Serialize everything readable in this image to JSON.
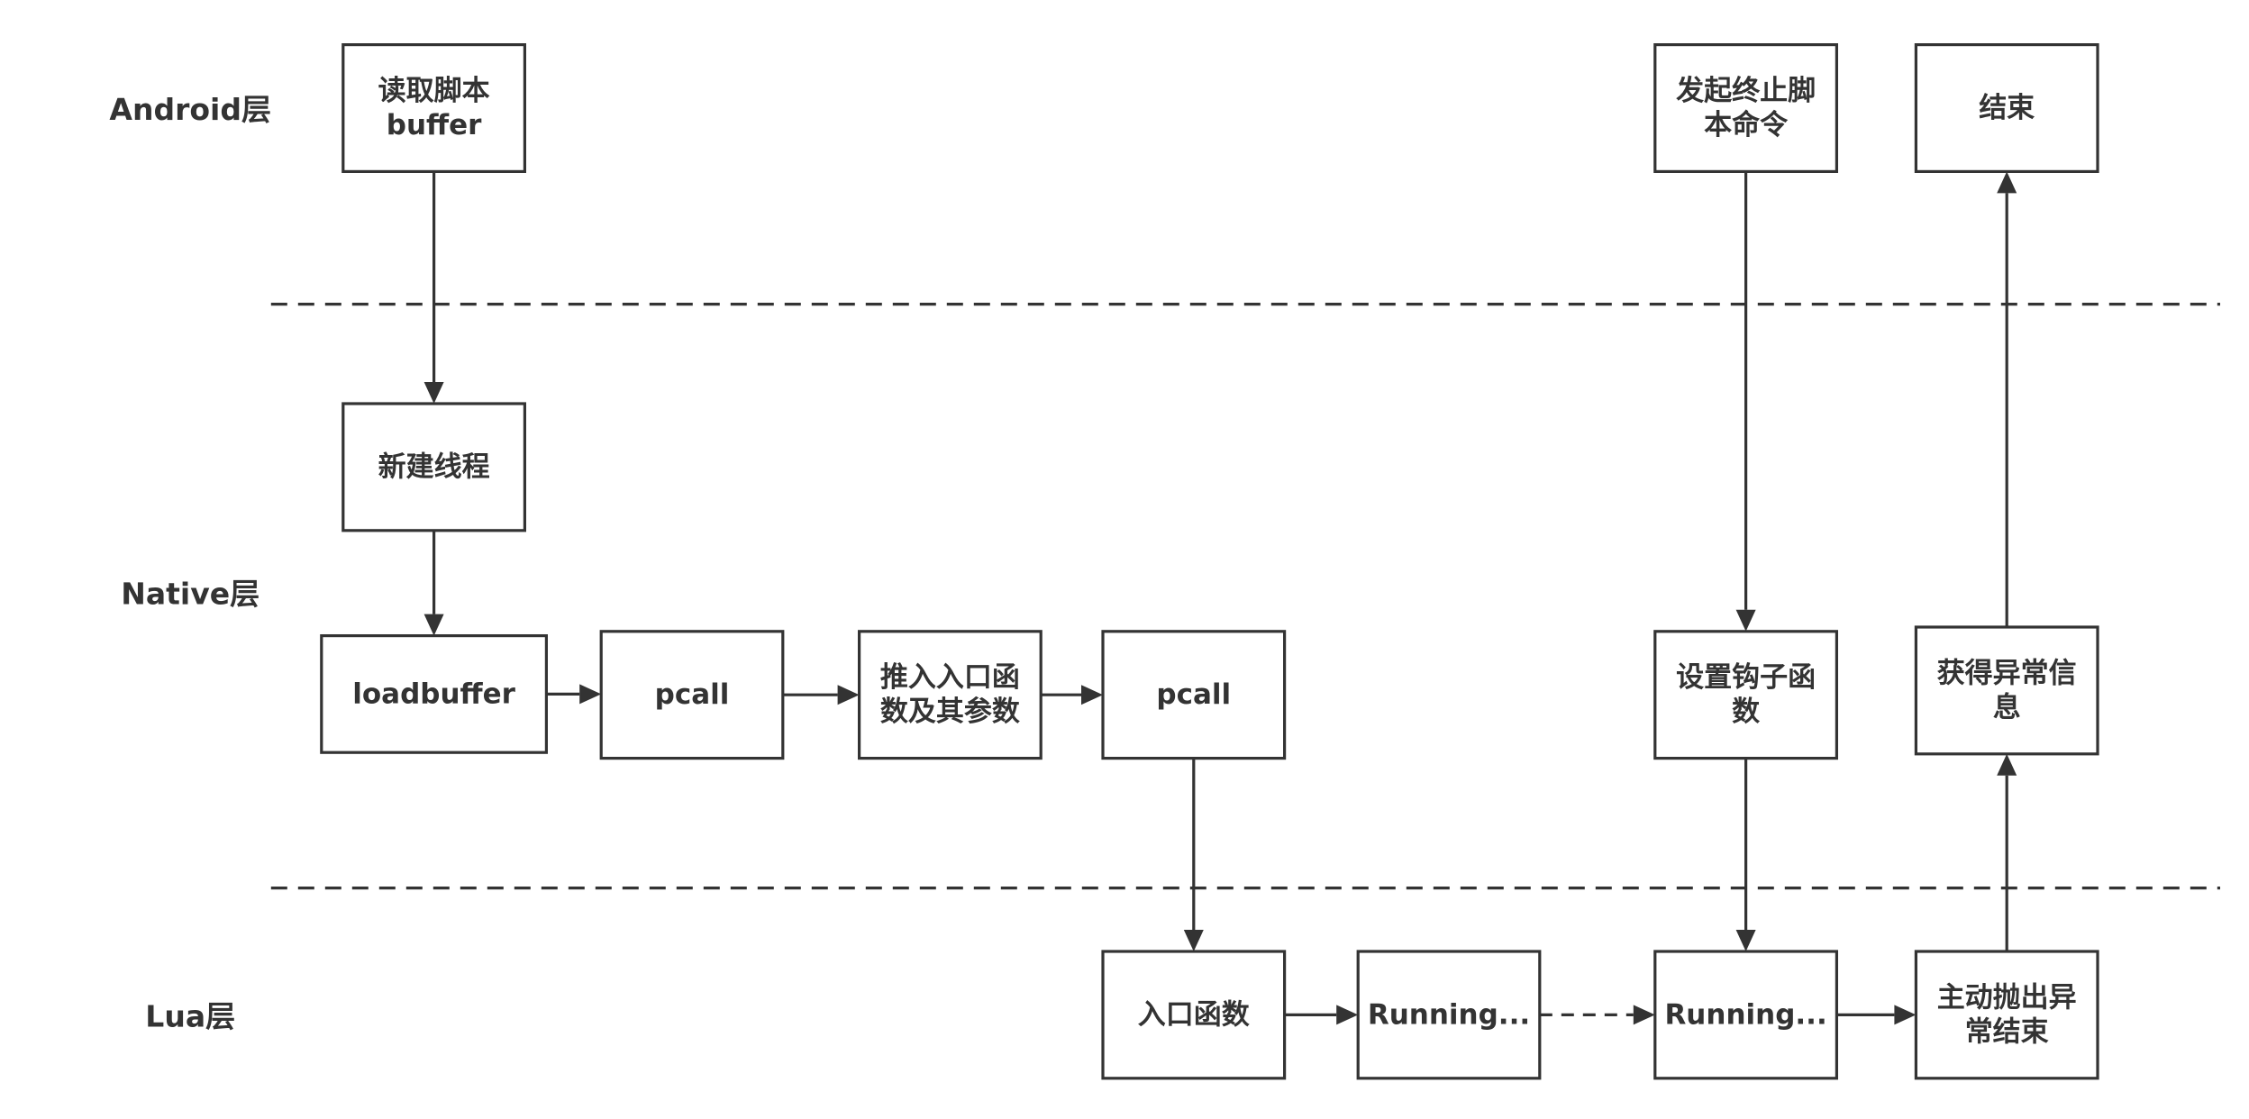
{
  "diagram": {
    "layers": [
      {
        "id": "android",
        "label": "Android层"
      },
      {
        "id": "native",
        "label": "Native层"
      },
      {
        "id": "lua",
        "label": "Lua层"
      }
    ],
    "nodes": [
      {
        "id": "read_buffer",
        "lines": [
          "读取脚本",
          "buffer"
        ]
      },
      {
        "id": "new_thread",
        "lines": [
          "新建线程"
        ]
      },
      {
        "id": "loadbuffer",
        "lines": [
          "loadbuffer"
        ]
      },
      {
        "id": "pcall_1",
        "lines": [
          "pcall"
        ]
      },
      {
        "id": "push_entry",
        "lines": [
          "推入入口函",
          "数及其参数"
        ]
      },
      {
        "id": "pcall_2",
        "lines": [
          "pcall"
        ]
      },
      {
        "id": "entry_func",
        "lines": [
          "入口函数"
        ]
      },
      {
        "id": "running_1",
        "lines": [
          "Running..."
        ]
      },
      {
        "id": "running_2",
        "lines": [
          "Running..."
        ]
      },
      {
        "id": "terminate_cmd",
        "lines": [
          "发起终止脚",
          "本命令"
        ]
      },
      {
        "id": "set_hook",
        "lines": [
          "设置钩子函",
          "数"
        ]
      },
      {
        "id": "throw_exception",
        "lines": [
          "主动抛出异",
          "常结束"
        ]
      },
      {
        "id": "get_exception",
        "lines": [
          "获得异常信",
          "息"
        ]
      },
      {
        "id": "end",
        "lines": [
          "结束"
        ]
      }
    ],
    "edges": [
      {
        "from": "read_buffer",
        "to": "new_thread",
        "style": "solid"
      },
      {
        "from": "new_thread",
        "to": "loadbuffer",
        "style": "solid"
      },
      {
        "from": "loadbuffer",
        "to": "pcall_1",
        "style": "solid"
      },
      {
        "from": "pcall_1",
        "to": "push_entry",
        "style": "solid"
      },
      {
        "from": "push_entry",
        "to": "pcall_2",
        "style": "solid"
      },
      {
        "from": "pcall_2",
        "to": "entry_func",
        "style": "solid"
      },
      {
        "from": "entry_func",
        "to": "running_1",
        "style": "solid"
      },
      {
        "from": "running_1",
        "to": "running_2",
        "style": "dashed"
      },
      {
        "from": "terminate_cmd",
        "to": "set_hook",
        "style": "solid"
      },
      {
        "from": "set_hook",
        "to": "running_2",
        "style": "solid"
      },
      {
        "from": "running_2",
        "to": "throw_exception",
        "style": "solid"
      },
      {
        "from": "throw_exception",
        "to": "get_exception",
        "style": "solid"
      },
      {
        "from": "get_exception",
        "to": "end",
        "style": "solid"
      }
    ]
  }
}
